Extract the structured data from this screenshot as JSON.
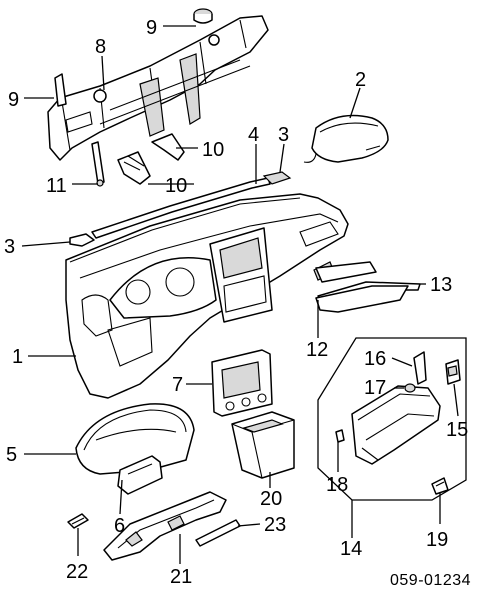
{
  "labels": {
    "n1": "1",
    "n2": "2",
    "n3a": "3",
    "n3b": "3",
    "n4": "4",
    "n5": "5",
    "n6": "6",
    "n7": "7",
    "n8": "8",
    "n9a": "9",
    "n9b": "9",
    "n10a": "10",
    "n10b": "10",
    "n11": "11",
    "n12": "12",
    "n13": "13",
    "n14": "14",
    "n15": "15",
    "n16": "16",
    "n17": "17",
    "n18": "18",
    "n19": "19",
    "n20": "20",
    "n21": "21",
    "n22": "22",
    "n23": "23"
  },
  "diagram_code": "059-01234"
}
